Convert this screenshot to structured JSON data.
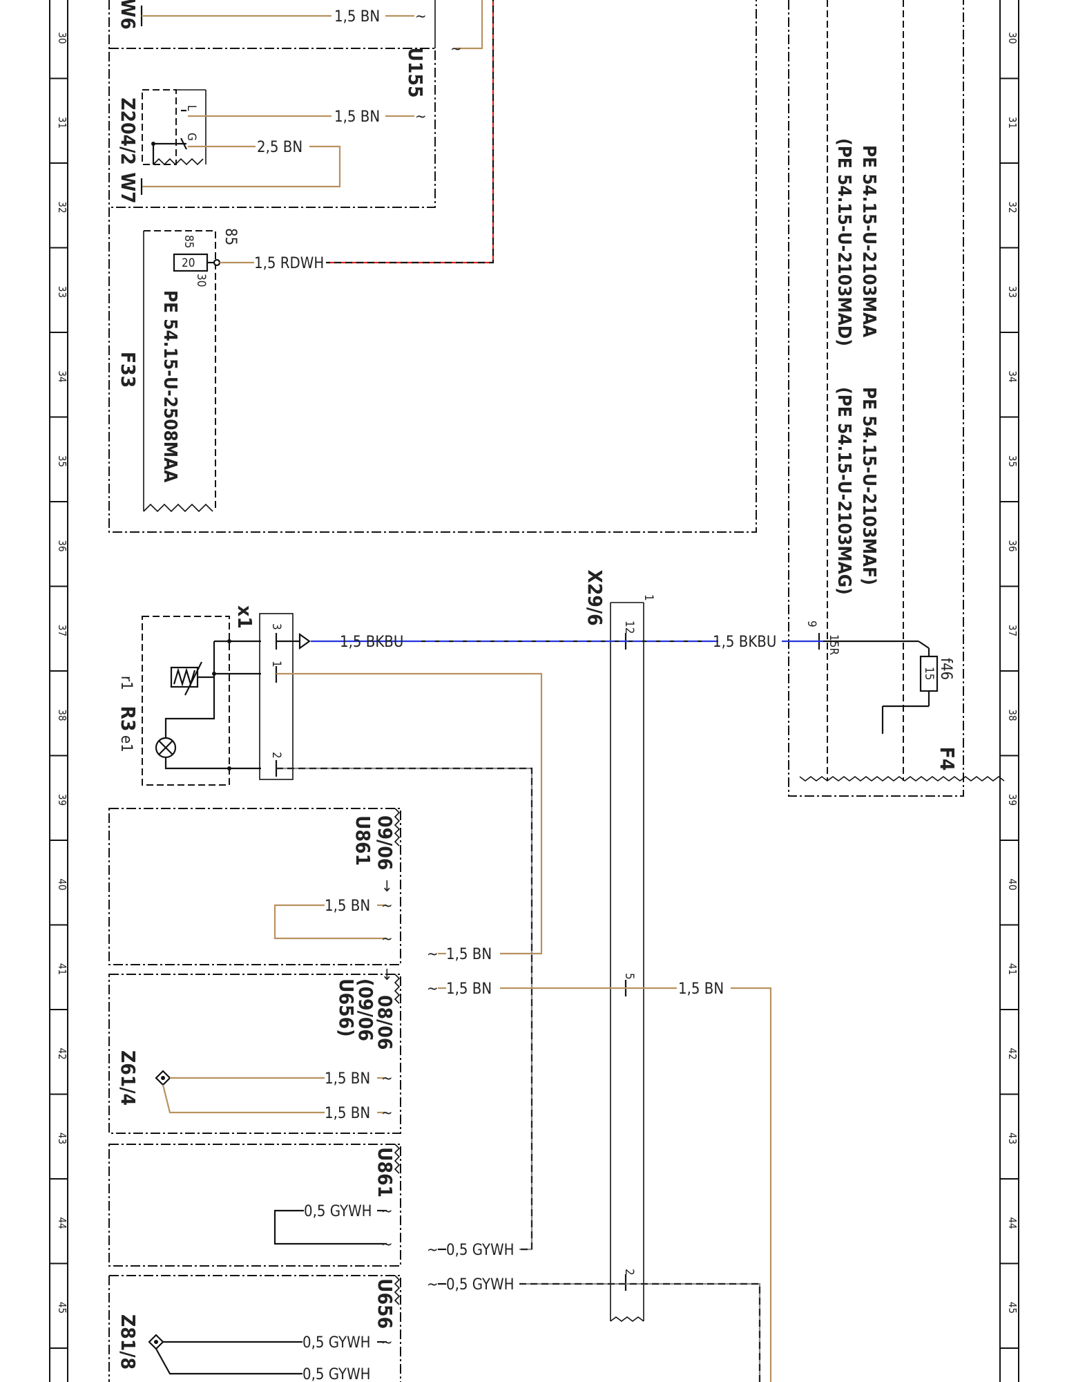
{
  "rows": [
    "30",
    "31",
    "32",
    "33",
    "34",
    "35",
    "36",
    "37",
    "38",
    "39",
    "40",
    "41",
    "42",
    "43",
    "44",
    "45"
  ],
  "components": {
    "w6": "W6",
    "u155": "U155",
    "z204_2": "Z204/2",
    "w7": "W7",
    "f33": "F33",
    "x29_6": "X29/6",
    "x1": "x1",
    "r3": "R3",
    "r1": "r1",
    "e1": "e1",
    "f4": "F4",
    "f46": "f46",
    "u861_a": "U861",
    "u861_a_code": "09/06",
    "u656_range": "08/06",
    "u656_note1": "(09/06",
    "u656_note2": "U656)",
    "z61_4": "Z61/4",
    "u861_b": "U861",
    "u656_b": "U656",
    "z81_8": "Z81/8"
  },
  "refs": {
    "f33_ref": "PE 54.15-U-2508MAA",
    "f4_ref1": "PE 54.15-U-2103MAA",
    "f4_ref2": "PE 54.15-U-2103MAF)",
    "f4_ref3": "(PE 54.15-U-2103MAD)",
    "f4_ref4": "(PE 54.15-U-2103MAG)"
  },
  "pins": {
    "z204_L": "L",
    "z204_G": "G",
    "f33_85": "85",
    "f33_85b": "85",
    "f33_30": "30",
    "f33_fuse": "20",
    "x1_3": "3",
    "x1_1": "1",
    "x1_2": "2",
    "x29_1": "1",
    "x29_12": "12",
    "x29_5": "5",
    "x29_2": "2",
    "f4_9": "9",
    "f4_15r": "15R",
    "f46_val": "15"
  },
  "wires": {
    "w6": "1,5 BN",
    "z204_L": "1,5 BN",
    "z204_G": "2,5 BN",
    "f33": "1,5 RDWH",
    "x1_3": "1,5 BKBU",
    "f4_15r": "1,5 BKBU",
    "u861_loop": "1,5 BN",
    "u861_out": "1,5 BN",
    "u656_out": "1,5 BN",
    "x29_5": "1,5 BN",
    "z61_a": "1,5 BN",
    "z61_b": "1,5 BN",
    "u861b_loop": "0,5 GYWH",
    "u861b_out": "0,5 GYWH",
    "u656b_out": "0,5 GYWH",
    "z81_a": "0,5 GYWH",
    "z81_b": "0,5 GYWH"
  },
  "colors": {
    "brown": "#b8915e",
    "blue": "#2233dd",
    "red": "#e0201a",
    "grey": "#8c8c8c"
  }
}
